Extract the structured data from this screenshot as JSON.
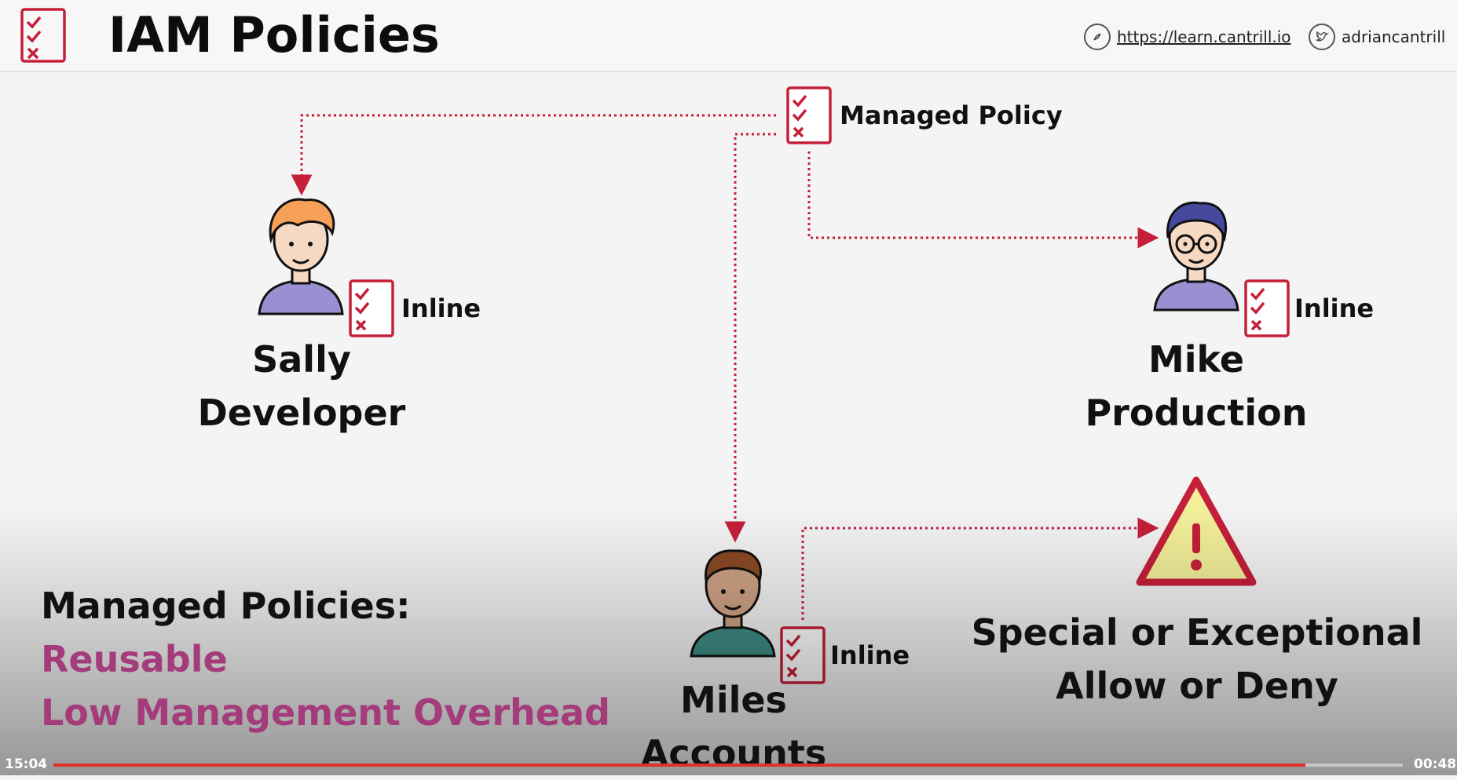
{
  "header": {
    "title": "IAM Policies",
    "website": "https://learn.cantrill.io",
    "handle": "adriancantrill",
    "website_icon": "compass-icon",
    "handle_icon": "twitter-icon"
  },
  "policy": {
    "managed_label": "Managed Policy",
    "inline_label": "Inline",
    "icon": "checklist-icon",
    "accent_color": "#c51f3a"
  },
  "people": {
    "sally": {
      "name": "Sally",
      "role": "Developer"
    },
    "mike": {
      "name": "Mike",
      "role": "Production"
    },
    "miles": {
      "name": "Miles",
      "role": "Accounts"
    }
  },
  "warning": {
    "icon": "warning-triangle-icon",
    "line1": "Special or Exceptional",
    "line2": "Allow or Deny"
  },
  "summary": {
    "heading": "Managed Policies:",
    "point1": "Reusable",
    "point2": "Low Management Overhead",
    "accent_color": "#a43c7c"
  },
  "player": {
    "elapsed": "15:04",
    "remaining": "00:48",
    "progress": 0.928
  }
}
